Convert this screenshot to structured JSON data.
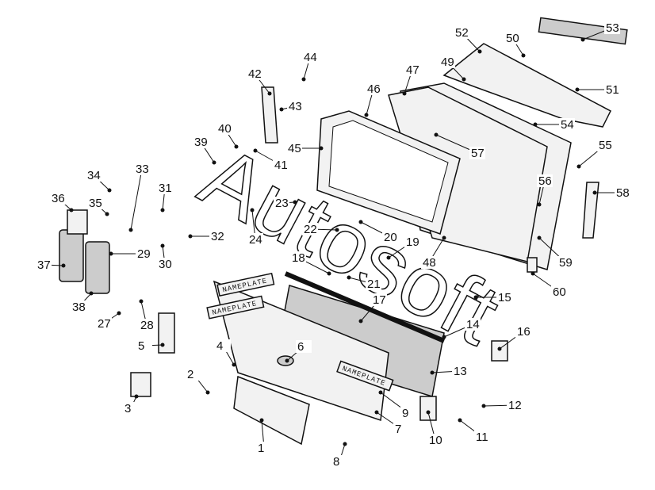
{
  "diagram": {
    "watermark": "Autosoft",
    "nameplate_label": "NAMEPLATE",
    "callouts": [
      "1",
      "2",
      "3",
      "4",
      "5",
      "6",
      "7",
      "8",
      "9",
      "10",
      "11",
      "12",
      "13",
      "14",
      "15",
      "16",
      "17",
      "18",
      "19",
      "20",
      "21",
      "22",
      "23",
      "24",
      "27",
      "28",
      "29",
      "30",
      "31",
      "32",
      "33",
      "34",
      "35",
      "36",
      "37",
      "38",
      "39",
      "40",
      "41",
      "42",
      "43",
      "44",
      "45",
      "46",
      "47",
      "48",
      "49",
      "50",
      "51",
      "52",
      "53",
      "54",
      "55",
      "56",
      "57",
      "58",
      "59",
      "60"
    ]
  }
}
